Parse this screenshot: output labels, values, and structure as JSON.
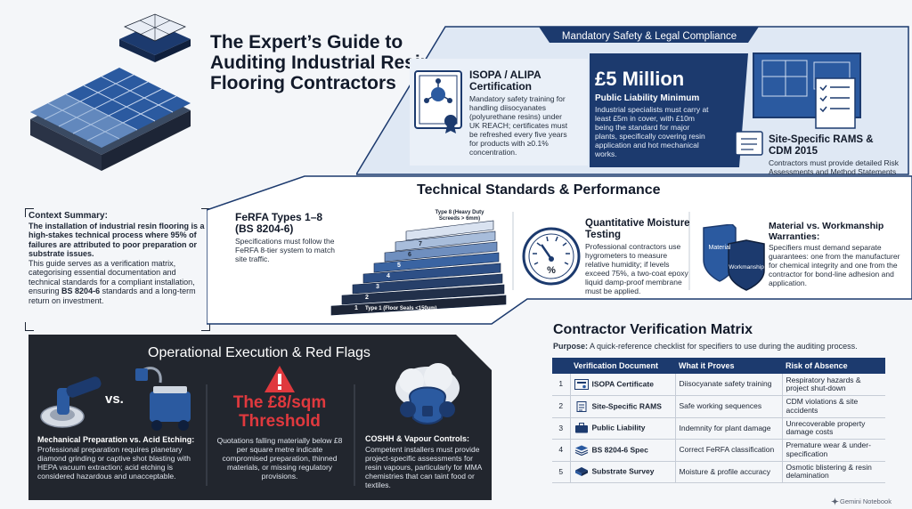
{
  "title": "The Expert’s Guide to Auditing Industrial Resin Flooring Contractors",
  "context": {
    "heading": "Context Summary:",
    "bold_text": "The installation of industrial resin flooring is a high-stakes technical process where 95% of failures are attributed to poor preparation or substrate issues.",
    "body_pre": "This guide serves as a verification matrix, categorising essential documentation and technical standards for a compliant installation, ensuring",
    "body_bold": "BS 8204-6",
    "body_post": "standards and a long-term return on investment."
  },
  "compliance": {
    "section_title": "Mandatory Safety & Legal Compliance",
    "isopa_title": "ISOPA / ALIPA Certification",
    "isopa_desc": "Mandatory safety training for handling diisocyanates (polyurethane resins) under UK REACH; certificates must be refreshed every five years for products with ≥0.1% concentration.",
    "liability_value": "£5 Million",
    "liability_label": "Public Liability Minimum",
    "liability_desc": "Industrial specialists must carry at least £5m in cover, with £10m being the standard for major plants, specifically covering resin application and hot mechanical works.",
    "rams_title": "Site-Specific RAMS & CDM 2015",
    "rams_desc": "Contractors must provide detailed Risk Assessments and Method Statements—not generic templates—to comply with Construction (Design and Management) Regulations."
  },
  "technical": {
    "section_title": "Technical Standards & Performance",
    "ferfa_title": "FeRFA Types 1–8 (BS 8204-6)",
    "ferfa_desc": "Specifications must follow the FeRFA 8-tier system to match site traffic.",
    "stair_steps": [
      "1",
      "2",
      "3",
      "4",
      "5",
      "6",
      "7"
    ],
    "stair_top_label": "Type 8 (Heavy Duty Screeds > 6mm)",
    "stair_bottom_label": "Type 1 (Floor Seals <150µm)",
    "moisture_title": "Quantitative Moisture Testing",
    "moisture_desc": "Professional contractors use hygrometers to measure relative humidity; if levels exceed 75%, a two-coat epoxy liquid damp-proof membrane must be applied.",
    "gauge_symbol": "%",
    "shield_labels": [
      "Material",
      "Workmanship"
    ],
    "warranty_title": "Material vs. Workmanship Warranties:",
    "warranty_desc": "Specifiers must demand separate guarantees: one from the manufacturer for chemical integrity and one from the contractor for bond-line adhesion and application."
  },
  "operational": {
    "section_title": "Operational Execution & Red Flags",
    "vs_label": "vs.",
    "mech_title": "Mechanical Preparation vs. Acid Etching:",
    "mech_desc": "Professional preparation requires planetary diamond grinding or captive shot blasting with HEPA vacuum extraction; acid etching is considered hazardous and unacceptable.",
    "threshold_title": "The £8/sqm Threshold",
    "threshold_desc": "Quotations falling materially below £8 per square metre indicate compromised preparation, thinned materials, or missing regulatory provisions.",
    "coshh_title": "COSHH & Vapour Controls:",
    "coshh_desc": "Competent installers must provide project-specific assessments for resin vapours, particularly for MMA chemistries that can taint food or textiles."
  },
  "matrix": {
    "title": "Contractor Verification Matrix",
    "purpose_label": "Purpose:",
    "purpose_text": "A quick-reference checklist for specifiers to use during the auditing process.",
    "headers": [
      "Verification Document",
      "What it Proves",
      "Risk of Absence"
    ],
    "rows": [
      {
        "num": "1",
        "doc": "ISOPA Certificate",
        "proves": "Diisocyanate safety training",
        "risk": "Respiratory hazards & project shut-down"
      },
      {
        "num": "2",
        "doc": "Site-Specific RAMS",
        "proves": "Safe working sequences",
        "risk": "CDM violations & site accidents"
      },
      {
        "num": "3",
        "doc": "Public Liability",
        "proves": "Indemnity for plant damage",
        "risk": "Unrecoverable property damage costs"
      },
      {
        "num": "4",
        "doc": "BS 8204-6 Spec",
        "proves": "Correct FeRFA classification",
        "risk": "Premature wear & under-specification"
      },
      {
        "num": "5",
        "doc": "Substrate Survey",
        "proves": "Moisture & profile accuracy",
        "risk": "Osmotic blistering & resin delamination"
      }
    ]
  },
  "brand": "Gemini Notebook",
  "colors": {
    "navy": "#1c3a6e",
    "dark": "#22262e",
    "red": "#e0393e",
    "light_blue": "#dfe8f4"
  }
}
